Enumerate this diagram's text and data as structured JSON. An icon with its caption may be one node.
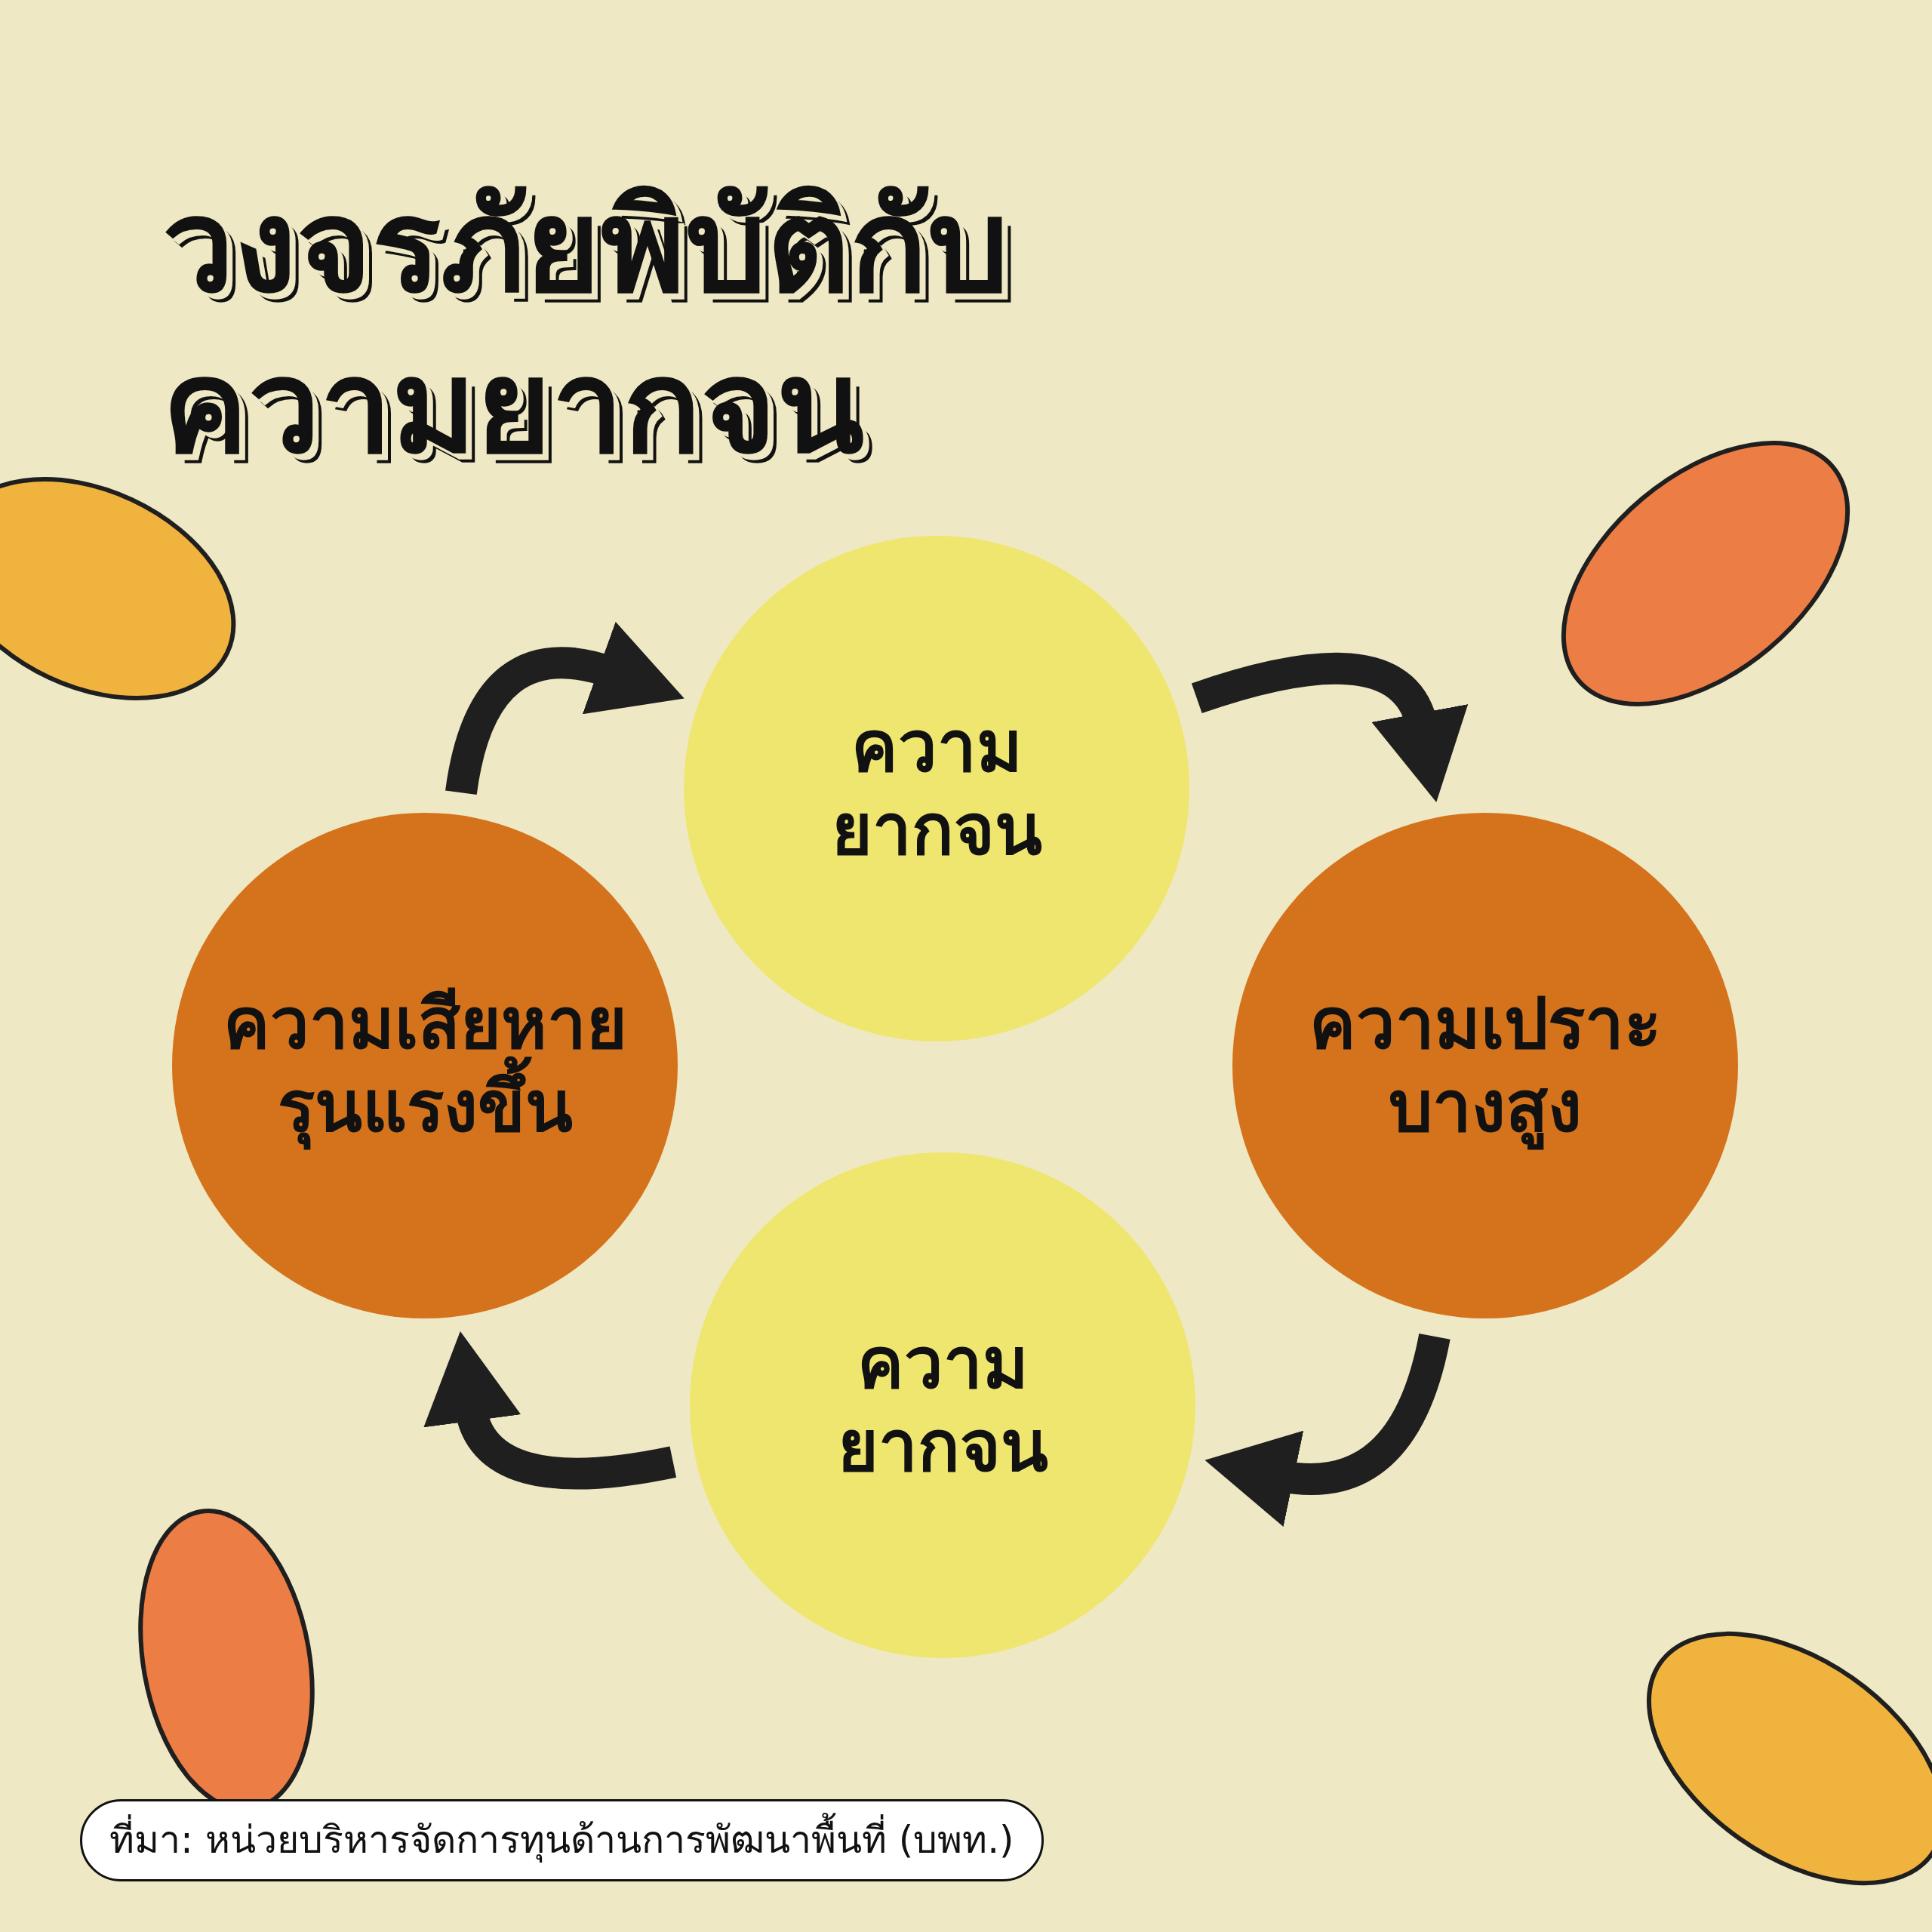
{
  "diagram": {
    "title": "วงจรภัยพิบัติกับความยากจน",
    "nodes": [
      {
        "text": [
          "ความยากจน"
        ]
      },
      {
        "text": [
          "ความเสียหายรุนแรงขึ้น"
        ]
      },
      {
        "text": [
          "ความเปราะบางสูง"
        ]
      },
      {
        "text": [
          "ความยากจน"
        ]
      }
    ],
    "edges": [
      {
        "from": 1,
        "to": 0,
        "arrow": "to"
      },
      {
        "from": 0,
        "to": 2,
        "arrow": "to"
      },
      {
        "from": 2,
        "to": 3,
        "arrow": "to"
      },
      {
        "from": 3,
        "to": 1,
        "arrow": "to"
      }
    ],
    "caption": "ที่มา: หน่วยบริหารจัดการทุนด้านการพัฒนาพื้นที่ (บพท.)"
  }
}
